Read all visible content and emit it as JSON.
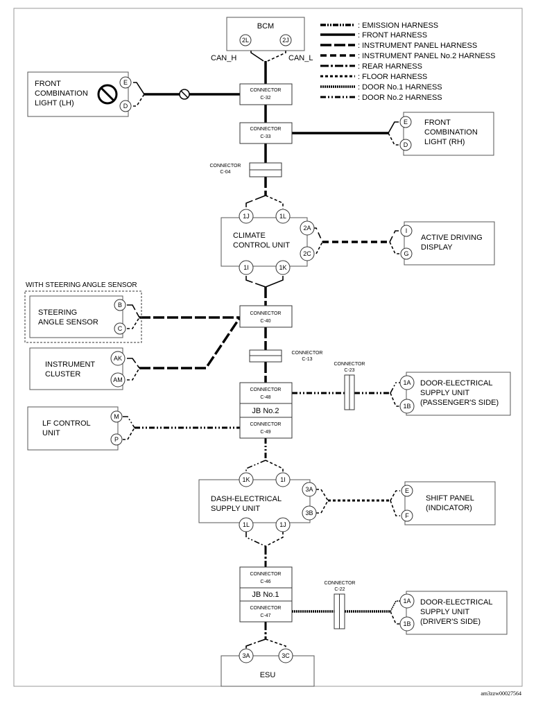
{
  "legend": [
    {
      "style": "emission",
      "label": ": EMISSION HARNESS"
    },
    {
      "style": "front",
      "label": ": FRONT HARNESS"
    },
    {
      "style": "ip",
      "label": ": INSTRUMENT PANEL HARNESS"
    },
    {
      "style": "ip2",
      "label": ": INSTRUMENT PANEL No.2 HARNESS"
    },
    {
      "style": "rear",
      "label": ": REAR HARNESS"
    },
    {
      "style": "floor",
      "label": ": FLOOR HARNESS"
    },
    {
      "style": "door1",
      "label": ": DOOR No.1 HARNESS"
    },
    {
      "style": "door2",
      "label": ": DOOR No.2 HARNESS"
    }
  ],
  "bcm": {
    "name": "BCM",
    "pin_left": "2L",
    "pin_right": "2J",
    "can_h": "CAN_H",
    "can_l": "CAN_L"
  },
  "front_lh": {
    "line1": "FRONT",
    "line2": "COMBINATION",
    "line3": "LIGHT (LH)",
    "pin_top": "E",
    "pin_bottom": "D"
  },
  "front_rh": {
    "line1": "FRONT",
    "line2": "COMBINATION",
    "line3": "LIGHT (RH)",
    "pin_top": "E",
    "pin_bottom": "D"
  },
  "climate": {
    "line1": "CLIMATE",
    "line2": "CONTROL UNIT",
    "pin_1j": "1J",
    "pin_1l": "1L",
    "pin_2a": "2A",
    "pin_2c": "2C",
    "pin_1i": "1I",
    "pin_1k": "1K"
  },
  "add": {
    "line1": "ACTIVE DRIVING",
    "line2": "DISPLAY",
    "pin_top": "I",
    "pin_bottom": "G"
  },
  "steering_group_label": "WITH STEERING ANGLE SENSOR",
  "steering": {
    "line1": "STEERING",
    "line2": "ANGLE SENSOR",
    "pin_top": "B",
    "pin_bottom": "C"
  },
  "cluster": {
    "line1": "INSTRUMENT",
    "line2": "CLUSTER",
    "pin_top": "AK",
    "pin_bottom": "AM"
  },
  "door_pass": {
    "line1": "DOOR-ELECTRICAL",
    "line2": "SUPPLY UNIT",
    "line3": "(PASSENGER'S SIDE)",
    "pin_top": "1A",
    "pin_bottom": "1B"
  },
  "lf": {
    "line1": "LF CONTROL",
    "line2": "UNIT",
    "pin_top": "M",
    "pin_bottom": "P"
  },
  "dash": {
    "line1": "DASH-ELECTRICAL",
    "line2": "SUPPLY UNIT",
    "pin_1k": "1K",
    "pin_1i": "1I",
    "pin_3a": "3A",
    "pin_3b": "3B",
    "pin_1l": "1L",
    "pin_1j": "1J"
  },
  "shift": {
    "line1": "SHIFT PANEL",
    "line2": "(INDICATOR)",
    "pin_top": "E",
    "pin_bottom": "F"
  },
  "door_drv": {
    "line1": "DOOR-ELECTRICAL",
    "line2": "SUPPLY UNIT",
    "line3": "(DRIVER'S SIDE)",
    "pin_top": "1A",
    "pin_bottom": "1B"
  },
  "esu": {
    "name": "ESU",
    "pin_left": "3A",
    "pin_right": "3C"
  },
  "connectors": {
    "word": "CONNECTOR",
    "c32": "C-32",
    "c33": "C-33",
    "c04": "C-04",
    "c40": "C-40",
    "c13": "C-13",
    "c23": "C-23",
    "c48": "C-48",
    "c49": "C-49",
    "c46": "C-46",
    "c47": "C-47",
    "c22": "C-22"
  },
  "jb2": "JB No.2",
  "jb1": "JB No.1",
  "figure_code": "am3zzw00027564"
}
